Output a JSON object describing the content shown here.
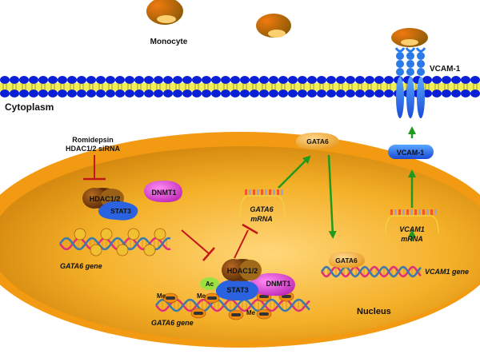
{
  "labels": {
    "monocyte": "Monocyte",
    "vcam1_surface": "VCAM-1",
    "cytoplasm": "Cytoplasm",
    "inhibitor_line1": "Romidepsin",
    "inhibitor_line2": "HDAC1/2 siRNA",
    "hdac_top": "HDAC1/2",
    "stat3_top": "STAT3",
    "dnmt1_top": "DNMT1",
    "gata6_gene_left": "GATA6 gene",
    "gata6_mrna_line1": "GATA6",
    "gata6_mrna_line2": "mRNA",
    "gata6_protein": "GATA6",
    "vcam1_protein": "VCAM-1",
    "vcam1_mrna_line1": "VCAM1",
    "vcam1_mrna_line2": "mRNA",
    "gata6_bound": "GATA6",
    "vcam1_gene": "VCAM1 gene",
    "hdac_complex": "HDAC1/2",
    "ac": "Ac",
    "stat3_complex": "STAT3",
    "dnmt1_complex": "DNMT1",
    "me": "Me",
    "gata6_gene_bottom": "GATA6 gene",
    "nucleus": "Nucleus"
  },
  "colors": {
    "membrane_head": "#0a1fd6",
    "membrane_tail": "#f2ee58",
    "nucleus_fill": "#f2a51a",
    "nucleus_rim": "#f29a12",
    "activation_arrow": "#1e9a1e",
    "inhibition_bar": "#c01818",
    "hdac": "#8a4a12",
    "stat3": "#2a62e0",
    "dnmt1": "#e04ad8",
    "vcam_protein": "#2a7ae8",
    "monocyte": "#d66a06"
  }
}
